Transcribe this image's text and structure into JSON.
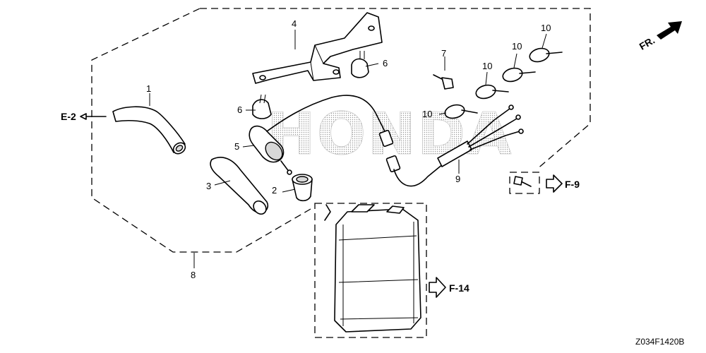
{
  "watermark": "HONDA",
  "front_indicator": "FR.",
  "drawing_code": "Z034F1420B",
  "refs": {
    "e2": "E-2",
    "f9": "F-9",
    "f14": "F-14"
  },
  "callouts": {
    "p1": "1",
    "p2": "2",
    "p3": "3",
    "p4": "4",
    "p5": "5",
    "p6a": "6",
    "p6b": "6",
    "p7": "7",
    "p8": "8",
    "p9": "9",
    "p10a": "10",
    "p10b": "10",
    "p10c": "10",
    "p10d": "10"
  }
}
